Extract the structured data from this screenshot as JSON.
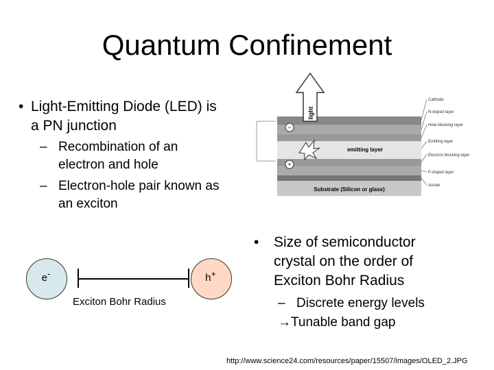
{
  "title": "Quantum Confinement",
  "bullets": {
    "b1": "Light-Emitting Diode (LED) is a PN junction",
    "s1": "Recombination of an electron and hole",
    "s2": "Electron-hole pair known as an exciton",
    "b2": "Size of semiconductor crystal on the order of Exciton Bohr Radius",
    "s3": "Discrete energy levels",
    "s4": "→Tunable band gap"
  },
  "bullet_marker": "•",
  "dash_marker": "–",
  "exciton": {
    "electron": "e",
    "electron_sup": "-",
    "hole": "h",
    "hole_sup": "+",
    "label": "Exciton Bohr Radius",
    "colors": {
      "electron": "#d7e9ea",
      "hole": "#ffd8c6"
    }
  },
  "oled": {
    "light": "light",
    "emitting": "emitting layer",
    "substrate": "Substrate (Silicon or glass)",
    "layers": [
      "Cathode",
      "N-doped layer",
      "Hole-blocking layer",
      "Emitting layer",
      "Electron blocking layer",
      "P-doped layer",
      "Anode"
    ]
  },
  "source_url": "http://www.science24.com/resources/paper/15507/images/OLED_2.JPG"
}
